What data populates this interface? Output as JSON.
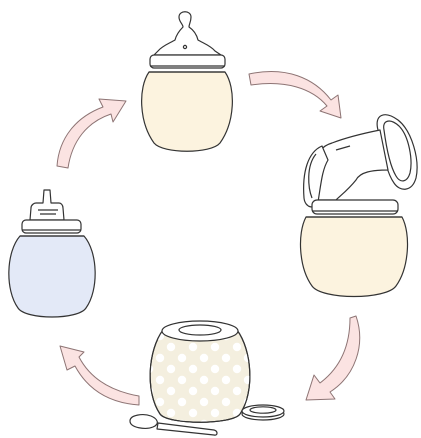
{
  "diagram": {
    "kind": "cycle",
    "stages": [
      {
        "id": "feeding-bottle",
        "icon": "baby-bottle-nipple-icon"
      },
      {
        "id": "breast-pump",
        "icon": "breast-pump-icon"
      },
      {
        "id": "storage-jar",
        "icon": "polka-dot-container-icon"
      },
      {
        "id": "sippy-cup",
        "icon": "sippy-cup-icon"
      }
    ],
    "arrows": [
      "bottle-to-pump",
      "pump-to-jar",
      "jar-to-sippy",
      "sippy-to-bottle"
    ],
    "colors": {
      "bottle_fill": "#fcf3df",
      "pump_body_fill": "#fcf3df",
      "jar_fill": "#f4efdf",
      "jar_dots": "#ffffff",
      "sippy_fill": "#e3e9f7",
      "arrow_fill": "#fbe3e2",
      "arrow_stroke": "#8d7474",
      "outline": "#333333",
      "accessory_fill": "#ffffff"
    }
  }
}
